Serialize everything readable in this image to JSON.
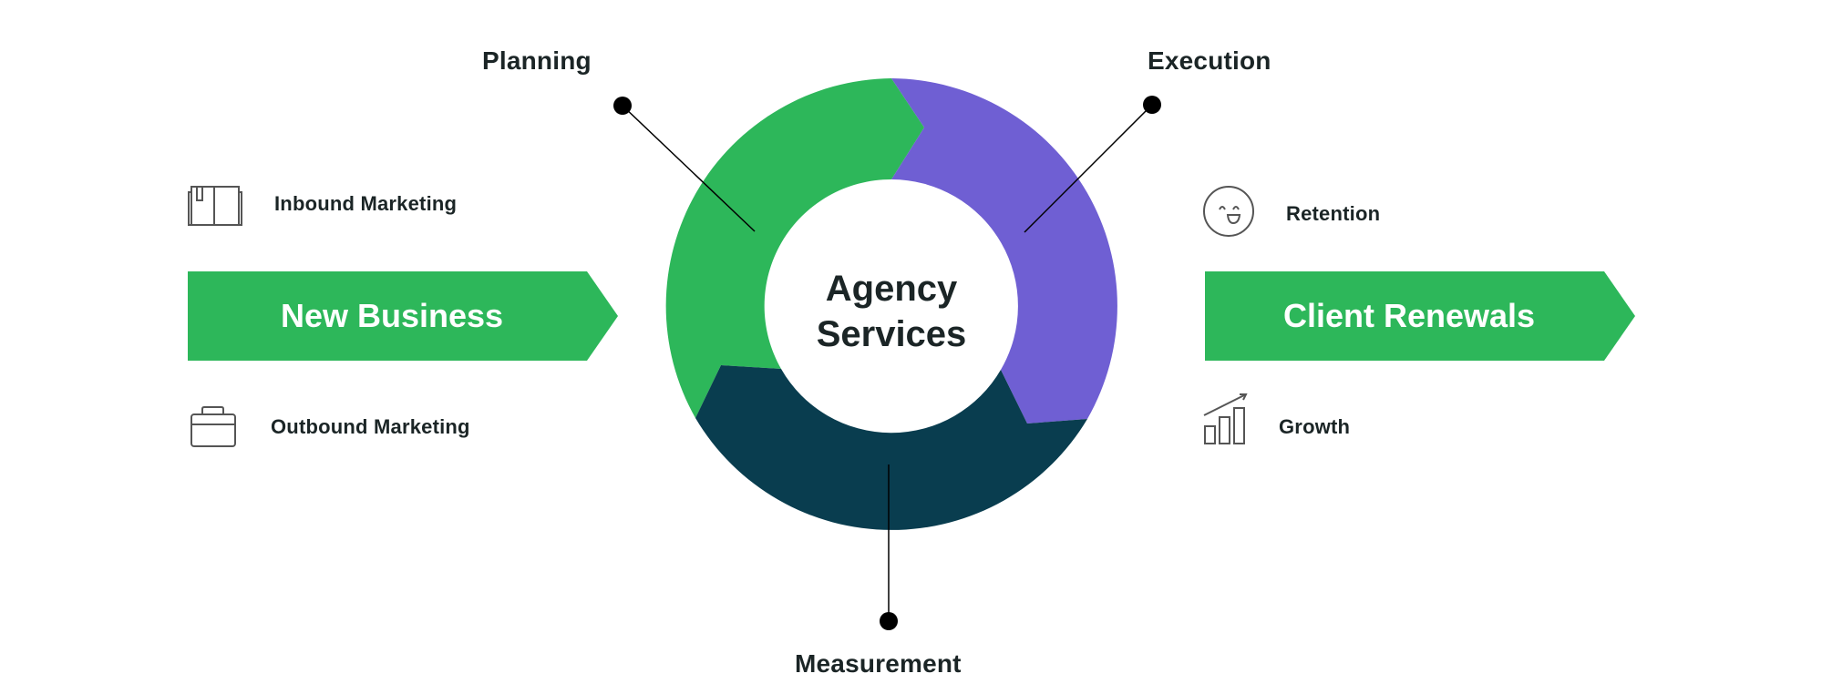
{
  "diagram": {
    "center": {
      "line1": "Agency",
      "line2": "Services"
    },
    "stages": [
      {
        "name": "Planning",
        "color": "#2db75a"
      },
      {
        "name": "Execution",
        "color": "#6f5fd3"
      },
      {
        "name": "Measurement",
        "color": "#093d4f"
      }
    ],
    "left": {
      "banner": "New Business",
      "items": [
        {
          "label": "Inbound Marketing",
          "icon": "book-icon"
        },
        {
          "label": "Outbound Marketing",
          "icon": "briefcase-icon"
        }
      ]
    },
    "right": {
      "banner": "Client Renewals",
      "items": [
        {
          "label": "Retention",
          "icon": "smiley-icon"
        },
        {
          "label": "Growth",
          "icon": "growth-chart-icon"
        }
      ]
    },
    "colors": {
      "banner": "#2db75a",
      "text": "#1b2526",
      "connector": "#000000"
    }
  }
}
